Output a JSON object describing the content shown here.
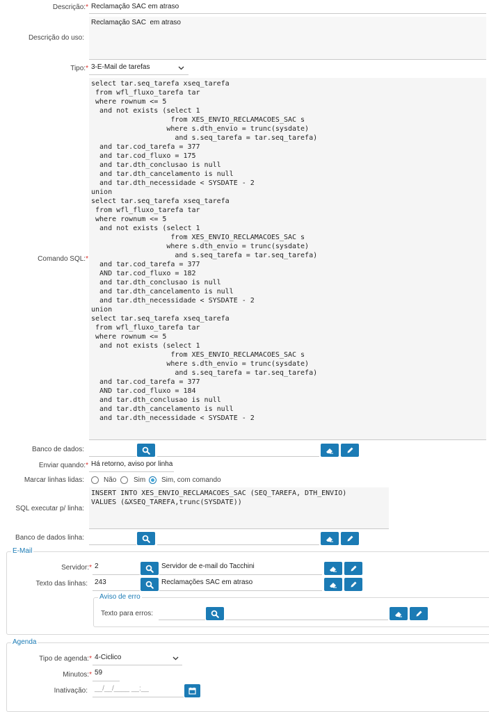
{
  "form": {
    "descricao": {
      "label": "Descrição:",
      "value": "Reclamação SAC em atraso"
    },
    "descricao_uso": {
      "label": "Descrição do uso:",
      "value": "Reclamação SAC  em atraso"
    },
    "tipo": {
      "label": "Tipo:",
      "value": "3-E-Mail de tarefas"
    },
    "comando_sql": {
      "label": "Comando SQL:",
      "value": "select tar.seq_tarefa xseq_tarefa\n from wfl_fluxo_tarefa tar\n where rownum <= 5\n  and not exists (select 1\n                   from XES_ENVIO_RECLAMACOES_SAC s\n                  where s.dth_envio = trunc(sysdate)\n                    and s.seq_tarefa = tar.seq_tarefa)\n  and tar.cod_tarefa = 377\n  and tar.cod_fluxo = 175\n  and tar.dth_conclusao is null\n  and tar.dth_cancelamento is null\n  and tar.dth_necessidade < SYSDATE - 2\nunion\nselect tar.seq_tarefa xseq_tarefa\n from wfl_fluxo_tarefa tar\n where rownum <= 5\n  and not exists (select 1\n                   from XES_ENVIO_RECLAMACOES_SAC s\n                  where s.dth_envio = trunc(sysdate)\n                    and s.seq_tarefa = tar.seq_tarefa)\n  and tar.cod_tarefa = 377\n  AND tar.cod_fluxo = 182\n  and tar.dth_conclusao is null\n  and tar.dth_cancelamento is null\n  and tar.dth_necessidade < SYSDATE - 2\nunion\nselect tar.seq_tarefa xseq_tarefa\n from wfl_fluxo_tarefa tar\n where rownum <= 5\n  and not exists (select 1\n                   from XES_ENVIO_RECLAMACOES_SAC s\n                  where s.dth_envio = trunc(sysdate)\n                    and s.seq_tarefa = tar.seq_tarefa)\n  and tar.cod_tarefa = 377\n  AND tar.cod_fluxo = 184\n  and tar.dth_conclusao is null\n  and tar.dth_cancelamento is null\n  and tar.dth_necessidade < SYSDATE - 2"
    },
    "banco_dados": {
      "label": "Banco de dados:",
      "code": "",
      "desc": ""
    },
    "enviar_quando": {
      "label": "Enviar quando:",
      "value": "Há retorno, aviso por linha"
    },
    "marcar_linhas": {
      "label": "Marcar linhas lidas:",
      "options": [
        "Não",
        "Sim",
        "Sim, com comando"
      ],
      "selected": "Sim, com comando"
    },
    "sql_linha": {
      "label": "SQL executar p/ linha:",
      "value": "INSERT INTO XES_ENVIO_RECLAMACOES_SAC (SEQ_TAREFA, DTH_ENVIO)\nVALUES (&XSEQ_TAREFA,trunc(SYSDATE))"
    },
    "banco_dados_linha": {
      "label": "Banco de dados linha:",
      "code": "",
      "desc": ""
    }
  },
  "email": {
    "legend": "E-Mail",
    "servidor": {
      "label": "Servidor:",
      "code": "2",
      "desc": "Servidor de e-mail do Tacchini"
    },
    "texto_linhas": {
      "label": "Texto das linhas:",
      "code": "243",
      "desc": "Reclamações SAC em atraso"
    },
    "aviso_erro": {
      "legend": "Aviso de erro",
      "texto_erros": {
        "label": "Texto para erros:",
        "code": "",
        "desc": ""
      }
    }
  },
  "agenda": {
    "legend": "Agenda",
    "tipo_agenda": {
      "label": "Tipo de agenda:",
      "value": "4-Ciclico"
    },
    "minutos": {
      "label": "Minutos:",
      "value": "59"
    },
    "inativacao": {
      "label": "Inativação:",
      "placeholder": "__/__/____ __:__"
    }
  },
  "required_mark": "*",
  "icons": {
    "search": "search-icon",
    "erase": "eraser-icon",
    "edit": "pencil-icon",
    "calendar": "calendar-icon",
    "caret": "chevron-down-icon"
  },
  "colors": {
    "button": "#1b7bb5",
    "required": "#d9302c",
    "legend": "#1b7bb5"
  }
}
